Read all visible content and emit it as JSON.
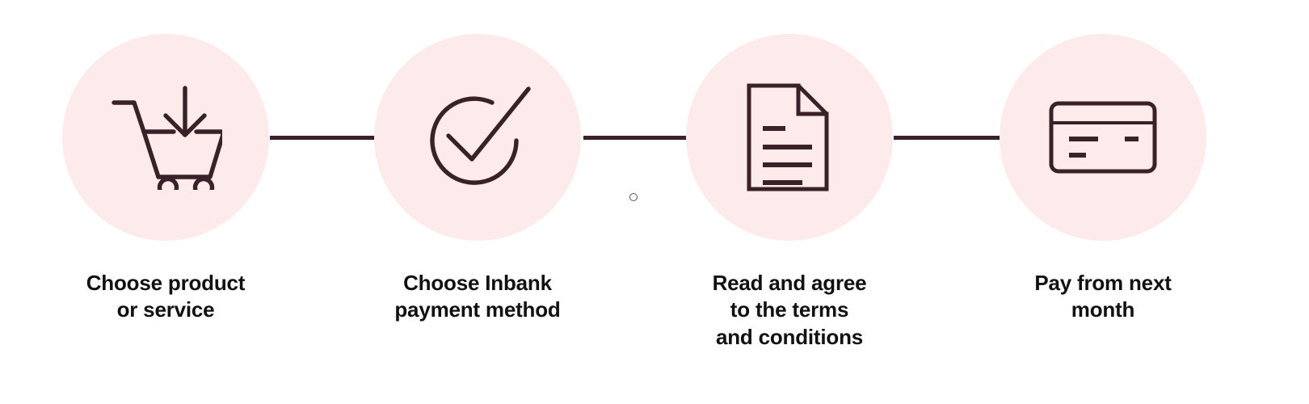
{
  "theme": {
    "background": "#ffffff",
    "circle_fill": "#fdeaea",
    "icon_stroke": "#3a2128",
    "connector_color": "#3a2128",
    "label_color": "#111111"
  },
  "diagram": {
    "type": "horizontal-process-flow",
    "step_count": 4,
    "steps": [
      {
        "index": 1,
        "icon": "shopping-cart-download-icon",
        "label_lines": [
          "Choose product",
          "or service"
        ]
      },
      {
        "index": 2,
        "icon": "check-circle-icon",
        "label_lines": [
          "Choose Inbank",
          "payment method"
        ]
      },
      {
        "index": 3,
        "icon": "document-lines-icon",
        "label_lines": [
          "Read and agree",
          "to the terms",
          "and conditions"
        ]
      },
      {
        "index": 4,
        "icon": "credit-card-icon",
        "label_lines": [
          "Pay from next",
          "month"
        ]
      }
    ],
    "connectors": [
      {
        "from": 1,
        "to": 2
      },
      {
        "from": 2,
        "to": 3
      },
      {
        "from": 3,
        "to": 4
      }
    ]
  }
}
